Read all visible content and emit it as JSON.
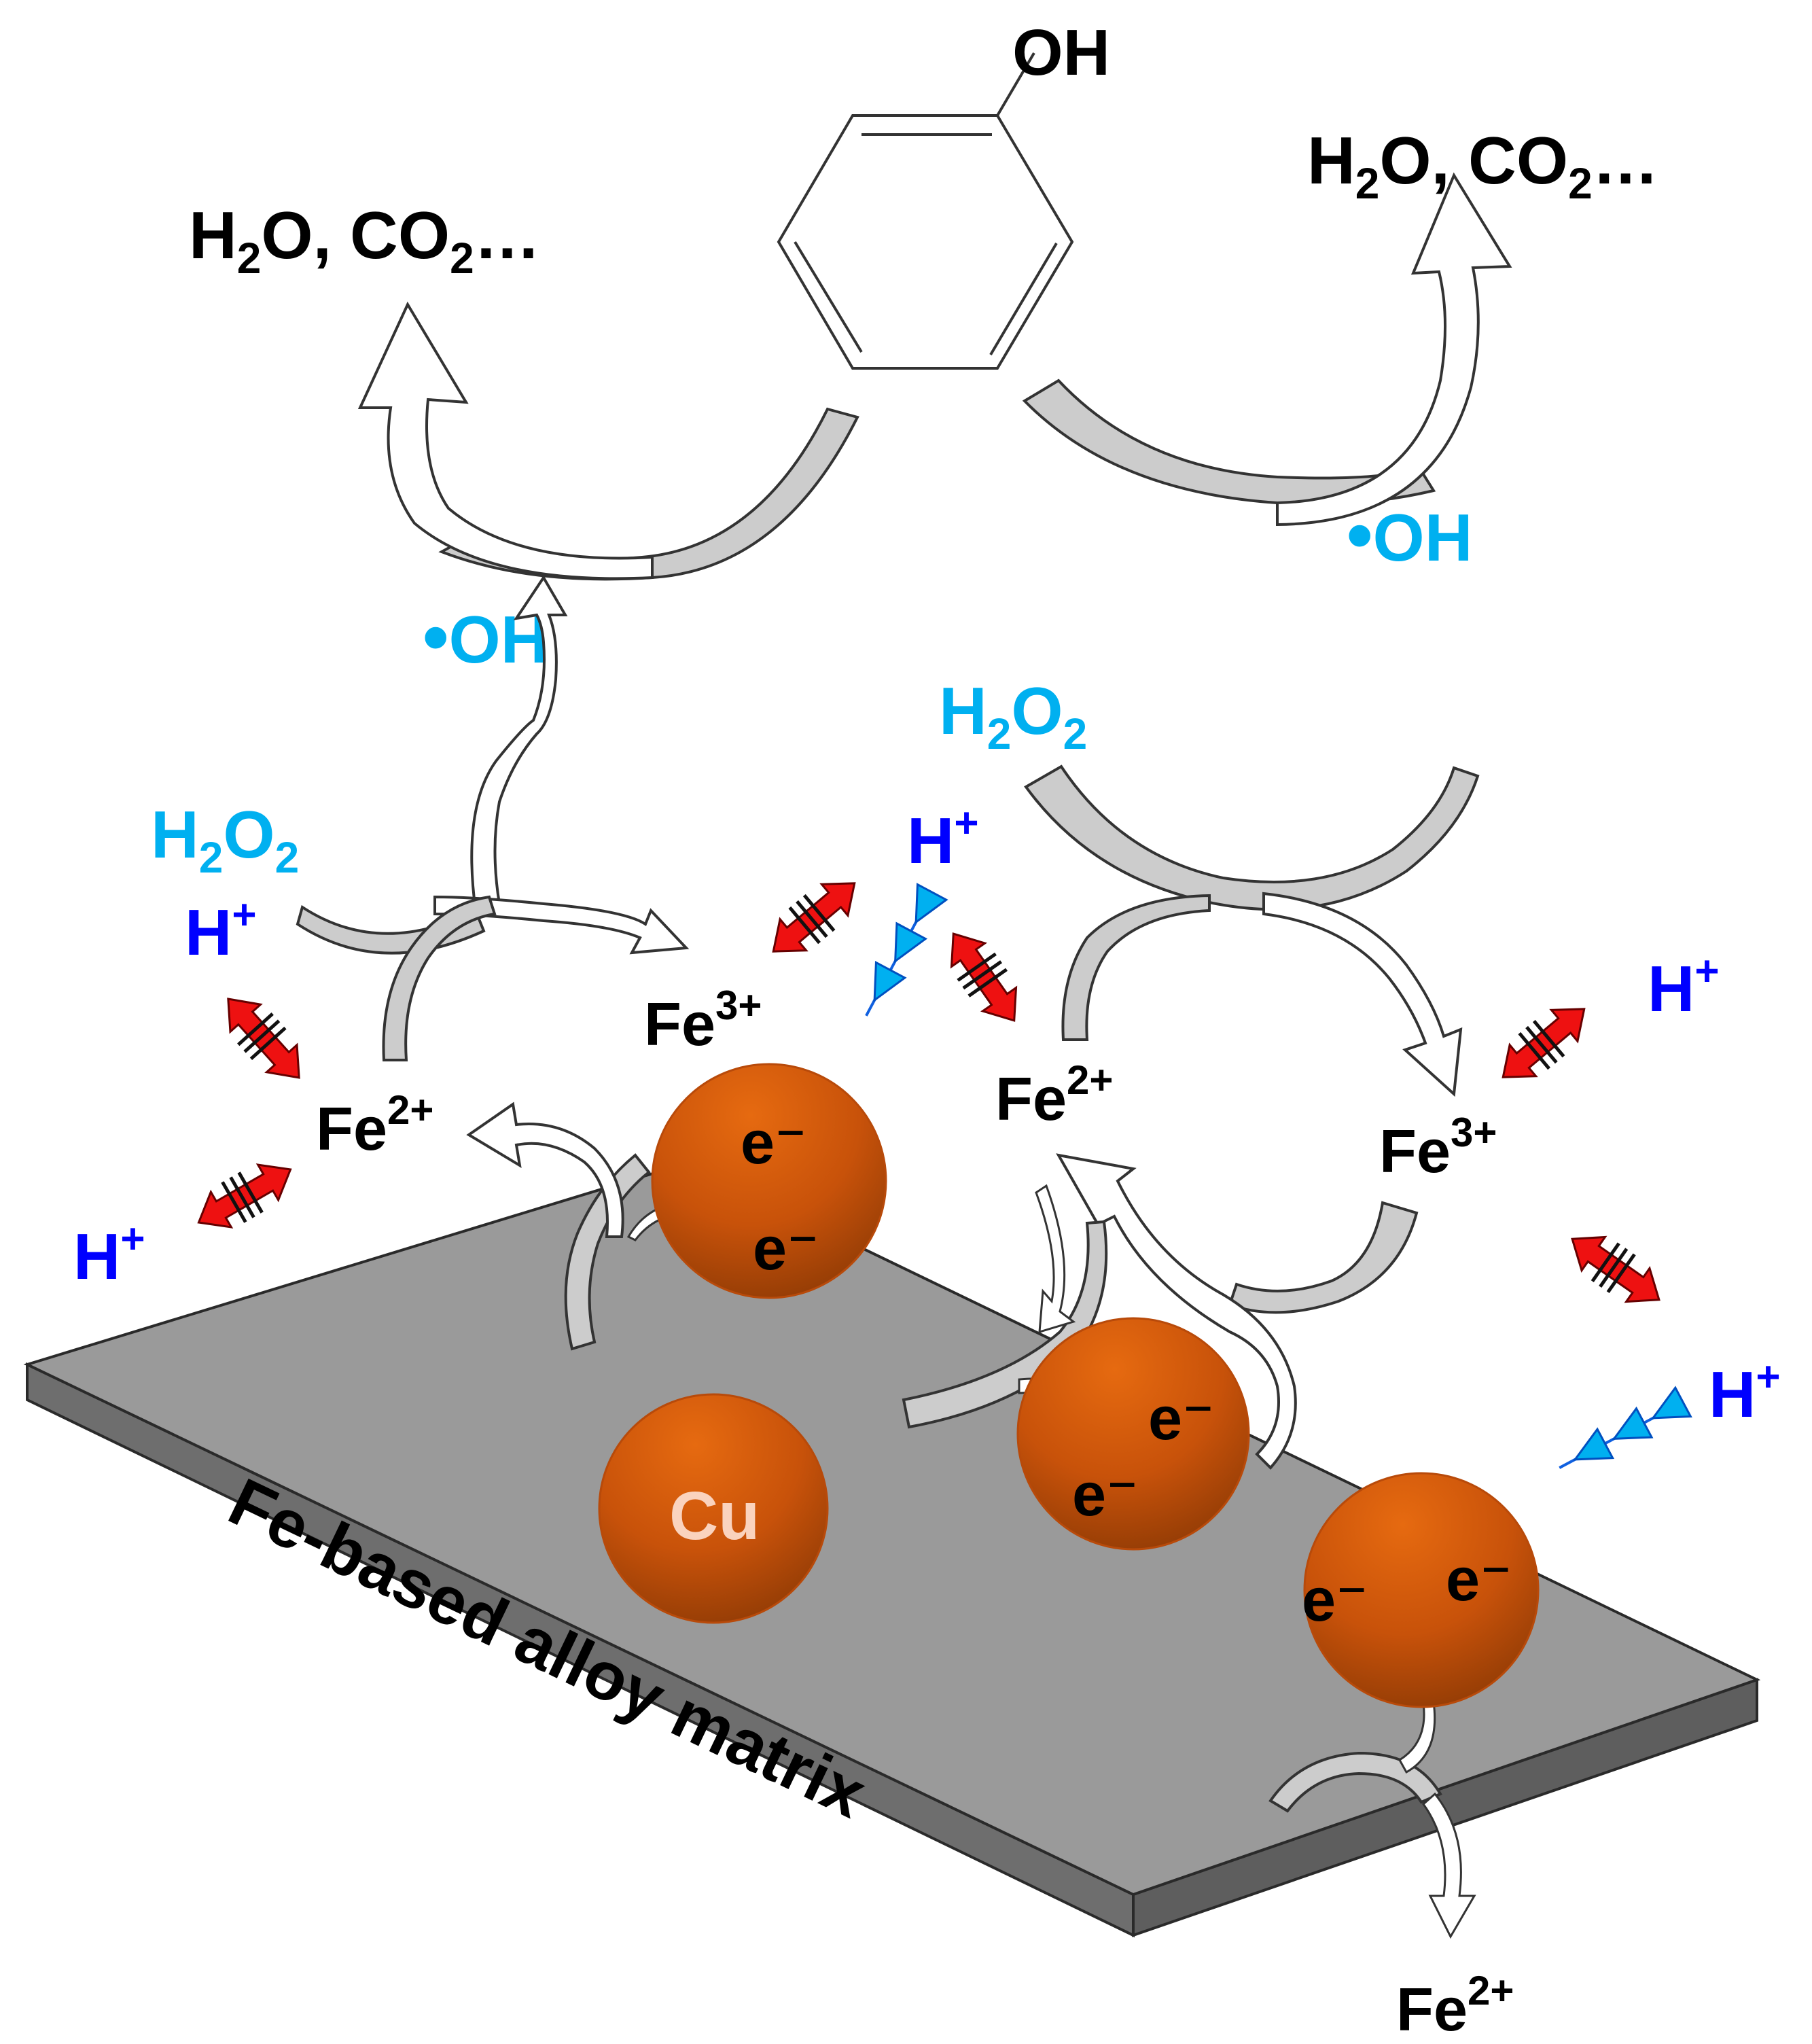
{
  "colors": {
    "black_text": "#000000",
    "hydroxyl_text": "#00B0F0",
    "proton_text": "#0000FF",
    "cu_particle": "#D35400",
    "cu_label": "#FAD3BE",
    "plate_top": "#9A9A9A",
    "plate_side": "#6B6B6B",
    "gray_arrow": "#CCCCCC",
    "red_arrow": "#EE1111",
    "blue_arrow": "#00B0F0"
  },
  "labels": {
    "phenol_group": "OH",
    "products_left": {
      "main": "H",
      "sub1": "2",
      "mid": "O, CO",
      "sub2": "2",
      "end": "…"
    },
    "products_right": {
      "main": "H",
      "sub1": "2",
      "mid": "O, CO",
      "sub2": "2",
      "end": "…"
    },
    "radical_dot": "•",
    "radical_oh": "OH",
    "h2o2": {
      "main": "H",
      "sub1": "2",
      "mid": "O",
      "sub2": "2"
    },
    "proton": {
      "main": "H",
      "sup": "+"
    },
    "ferrous": {
      "main": "Fe",
      "sup": "2+"
    },
    "ferric": {
      "main": "Fe",
      "sup": "3+"
    },
    "electron": "e⁻",
    "copper": "Cu",
    "matrix": "Fe-based alloy matrix"
  },
  "icons": {
    "benzene": "benzene-ring-icon",
    "gray_curved": "gray-curved-arrow-icon",
    "white_curved": "white-curved-arrow-icon",
    "red_blocked": "red-blocked-double-arrow-icon",
    "blue_triple": "blue-triple-arrowhead-icon"
  }
}
